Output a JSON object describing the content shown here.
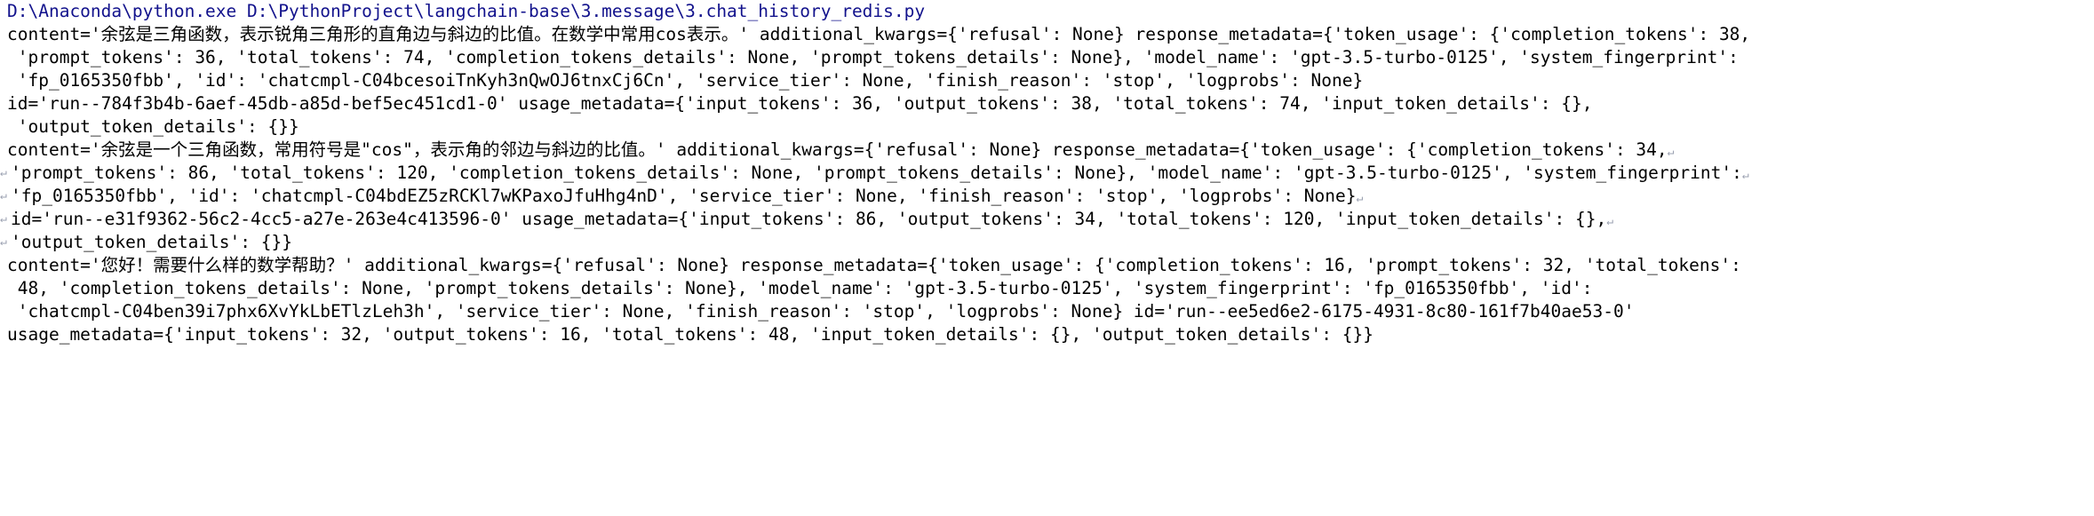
{
  "window": {
    "background_color": "#ffffff",
    "text_color": "#000000",
    "command_color": "#12128c",
    "wrap_marker_color": "#9aa0b0"
  },
  "console": {
    "command_line": "D:\\Anaconda\\python.exe D:\\PythonProject\\langchain-base\\3.message\\3.chat_history_redis.py",
    "wrap_marker_glyph": "↵",
    "lines": [
      {
        "id": "line-1",
        "kind": "command",
        "text": "D:\\Anaconda\\python.exe D:\\PythonProject\\langchain-base\\3.message\\3.chat_history_redis.py",
        "leading_marker": "",
        "trailing_marker": ""
      },
      {
        "id": "line-2",
        "kind": "output",
        "text": "content='余弦是三角函数，表示锐角三角形的直角边与斜边的比值。在数学中常用cos表示。' additional_kwargs={'refusal': None} response_metadata={'token_usage': {'completion_tokens': 38,",
        "leading_marker": "",
        "trailing_marker": ""
      },
      {
        "id": "line-3",
        "kind": "output",
        "text": " 'prompt_tokens': 36, 'total_tokens': 74, 'completion_tokens_details': None, 'prompt_tokens_details': None}, 'model_name': 'gpt-3.5-turbo-0125', 'system_fingerprint':",
        "leading_marker": "",
        "trailing_marker": ""
      },
      {
        "id": "line-4",
        "kind": "output",
        "text": " 'fp_0165350fbb', 'id': 'chatcmpl-C04bcesoiTnKyh3nQwOJ6tnxCj6Cn', 'service_tier': None, 'finish_reason': 'stop', 'logprobs': None}",
        "leading_marker": "",
        "trailing_marker": ""
      },
      {
        "id": "line-5",
        "kind": "output",
        "text": "id='run--784f3b4b-6aef-45db-a85d-bef5ec451cd1-0' usage_metadata={'input_tokens': 36, 'output_tokens': 38, 'total_tokens': 74, 'input_token_details': {},",
        "leading_marker": "",
        "trailing_marker": ""
      },
      {
        "id": "line-6",
        "kind": "output",
        "text": " 'output_token_details': {}}",
        "leading_marker": "",
        "trailing_marker": ""
      },
      {
        "id": "line-7",
        "kind": "output",
        "text": "content='余弦是一个三角函数，常用符号是\"cos\"，表示角的邻边与斜边的比值。' additional_kwargs={'refusal': None} response_metadata={'token_usage': {'completion_tokens': 34,",
        "leading_marker": "",
        "trailing_marker": "↵"
      },
      {
        "id": "line-8",
        "kind": "output",
        "text": "'prompt_tokens': 86, 'total_tokens': 120, 'completion_tokens_details': None, 'prompt_tokens_details': None}, 'model_name': 'gpt-3.5-turbo-0125', 'system_fingerprint':",
        "leading_marker": "↵",
        "trailing_marker": "↵"
      },
      {
        "id": "line-9",
        "kind": "output",
        "text": "'fp_0165350fbb', 'id': 'chatcmpl-C04bdEZ5zRCKl7wKPaxoJfuHhg4nD', 'service_tier': None, 'finish_reason': 'stop', 'logprobs': None}",
        "leading_marker": "↵",
        "trailing_marker": "↵"
      },
      {
        "id": "line-10",
        "kind": "output",
        "text": "id='run--e31f9362-56c2-4cc5-a27e-263e4c413596-0' usage_metadata={'input_tokens': 86, 'output_tokens': 34, 'total_tokens': 120, 'input_token_details': {},",
        "leading_marker": "↵",
        "trailing_marker": "↵"
      },
      {
        "id": "line-11",
        "kind": "output",
        "text": "'output_token_details': {}}",
        "leading_marker": "↵",
        "trailing_marker": ""
      },
      {
        "id": "line-12",
        "kind": "output",
        "text": "content='您好！需要什么样的数学帮助？' additional_kwargs={'refusal': None} response_metadata={'token_usage': {'completion_tokens': 16, 'prompt_tokens': 32, 'total_tokens':",
        "leading_marker": "",
        "trailing_marker": ""
      },
      {
        "id": "line-13",
        "kind": "output",
        "text": " 48, 'completion_tokens_details': None, 'prompt_tokens_details': None}, 'model_name': 'gpt-3.5-turbo-0125', 'system_fingerprint': 'fp_0165350fbb', 'id':",
        "leading_marker": "",
        "trailing_marker": ""
      },
      {
        "id": "line-14",
        "kind": "output",
        "text": " 'chatcmpl-C04ben39i7phx6XvYkLbETlzLeh3h', 'service_tier': None, 'finish_reason': 'stop', 'logprobs': None} id='run--ee5ed6e2-6175-4931-8c80-161f7b40ae53-0'",
        "leading_marker": "",
        "trailing_marker": ""
      },
      {
        "id": "line-15",
        "kind": "output",
        "text": "usage_metadata={'input_tokens': 32, 'output_tokens': 16, 'total_tokens': 48, 'input_token_details': {}, 'output_token_details': {}}",
        "leading_marker": "",
        "trailing_marker": ""
      }
    ]
  }
}
